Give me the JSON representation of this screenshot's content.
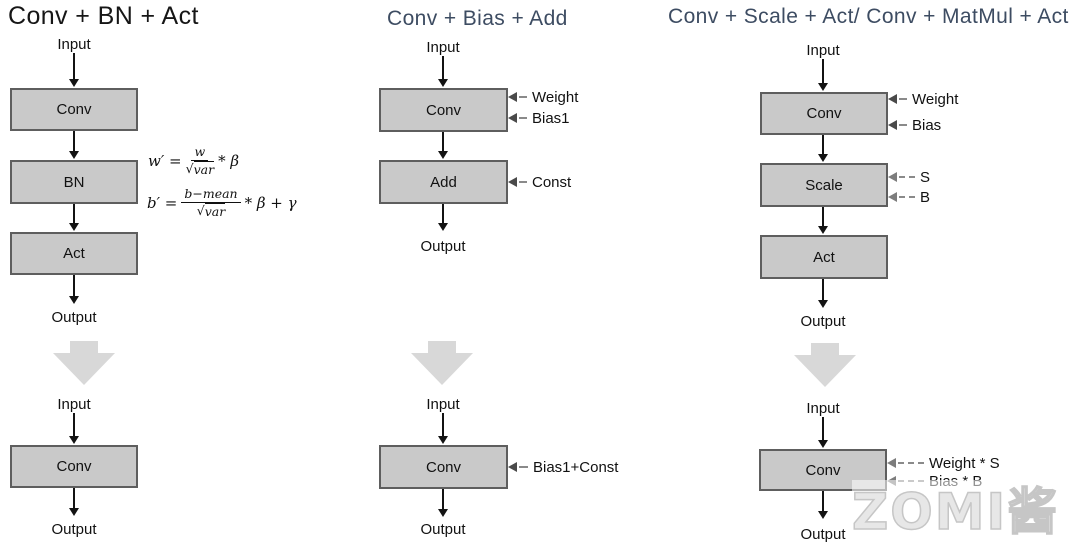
{
  "watermark": "ZOMI酱",
  "colors": {
    "title_accent_blue": "#3d4c62",
    "node_fill": "#c9c9c9",
    "node_border": "#5e5e5e",
    "chevron_gray": "#d8d8d8",
    "watermark_gray": "#c6c6c6"
  },
  "shared": {
    "input": "Input",
    "output": "Output"
  },
  "col1": {
    "title": "Conv + BN + Act",
    "conv": "Conv",
    "bn": "BN",
    "act": "Act",
    "fused_conv": "Conv",
    "formula_w": {
      "lhs": "w′ =",
      "num": "w",
      "rad": "√",
      "den": "var",
      "tail": "* β"
    },
    "formula_b": {
      "lhs": "b′ =",
      "num": "b−mean",
      "rad": "√",
      "den": "var",
      "tail": "* β + γ"
    }
  },
  "col2": {
    "title": "Conv + Bias + Add",
    "conv": "Conv",
    "add": "Add",
    "fused_conv": "Conv",
    "weight": "Weight",
    "bias1": "Bias1",
    "const_label": "Const",
    "fused_label": "Bias1+Const"
  },
  "col3": {
    "title": "Conv + Scale + Act/ Conv + MatMul + Act",
    "conv": "Conv",
    "scale": "Scale",
    "act": "Act",
    "fused_conv": "Conv",
    "weight": "Weight",
    "bias": "Bias",
    "s": "S",
    "b": "B",
    "weight_s": "Weight * S",
    "bias_b": "Bias * B"
  }
}
